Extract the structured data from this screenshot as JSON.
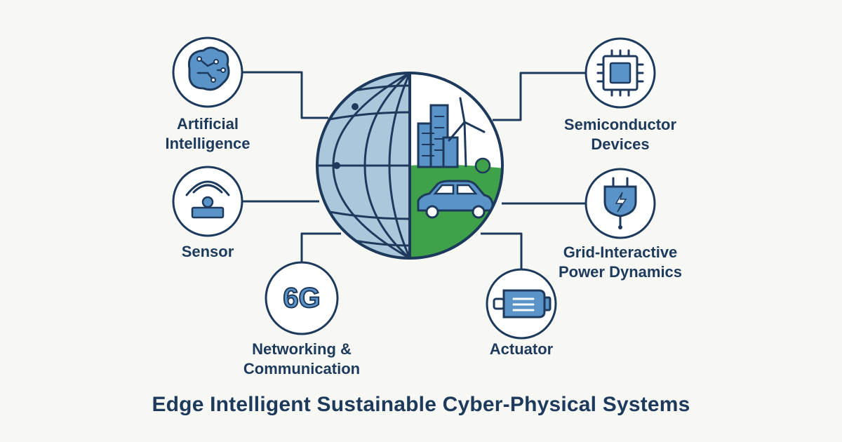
{
  "title": "Edge Intelligent Sustainable Cyber-Physical Systems",
  "center_icon": "globe-city-icon",
  "colors": {
    "ink": "#1d3a5c",
    "node_blue": "#5a93c8",
    "light_blue": "#a9c8dc",
    "green": "#3fa24a",
    "background": "#f7f8f4"
  },
  "nodes": {
    "ai": {
      "line1": "Artificial",
      "line2": "Intelligence",
      "icon": "brain-circuit-icon"
    },
    "sensor": {
      "line1": "Sensor",
      "icon": "sensor-signal-icon"
    },
    "network": {
      "line1": "Networking &",
      "line2": "Communication",
      "icon": "6g-icon",
      "icon_text": "6G"
    },
    "semiconductor": {
      "line1": "Semiconductor",
      "line2": "Devices",
      "icon": "chip-icon"
    },
    "grid": {
      "line1": "Grid-Interactive",
      "line2": "Power Dynamics",
      "icon": "power-plug-icon"
    },
    "actuator": {
      "line1": "Actuator",
      "icon": "actuator-icon"
    }
  }
}
